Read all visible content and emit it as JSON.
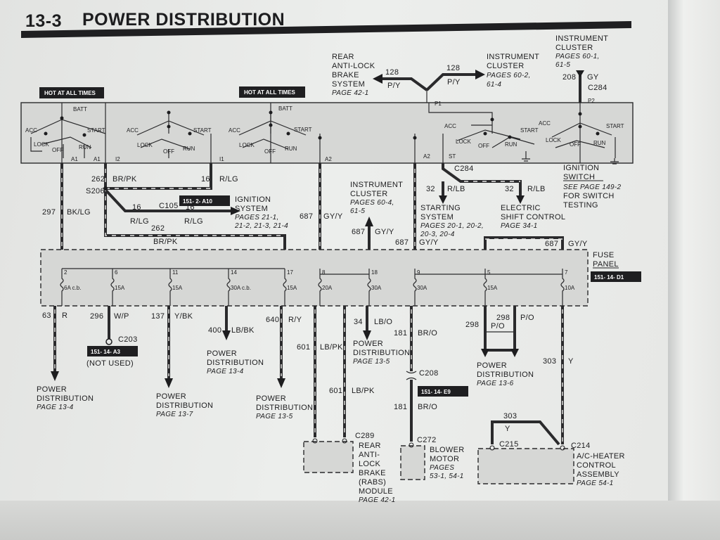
{
  "page": {
    "number": "13-3",
    "title": "POWER DISTRIBUTION"
  },
  "hot_labels": [
    "HOT AT ALL TIMES",
    "HOT AT ALL TIMES"
  ],
  "switch": {
    "batt": "BATT",
    "acc": "ACC",
    "start": "START",
    "lock": "LOCK",
    "off": "OFF",
    "run": "RUN",
    "terminals": {
      "a1": "A1",
      "i2": "I2",
      "i1": "I1",
      "a2": "A2",
      "st": "ST",
      "p1": "P1",
      "p2": "P2"
    },
    "title": [
      "IGNITION",
      "SWITCH"
    ],
    "ref": [
      "SEE PAGE 149-2",
      "FOR SWITCH",
      "TESTING"
    ]
  },
  "top": {
    "rabs": {
      "name": [
        "REAR",
        "ANTI-LOCK",
        "BRAKE",
        "SYSTEM"
      ],
      "page": "PAGE 42-1"
    },
    "ic1": {
      "name": [
        "INSTRUMENT",
        "CLUSTER"
      ],
      "page": [
        "PAGES 60-2,",
        "61-4"
      ]
    },
    "ic2": {
      "name": [
        "INSTRUMENT",
        "CLUSTER"
      ],
      "page": [
        "PAGES 60-1,",
        "61-5"
      ]
    },
    "w128a": "128",
    "c128a": "P/Y",
    "w128b": "128",
    "c128b": "P/Y",
    "w208": "208",
    "c208": "GY",
    "conn": "C284"
  },
  "mid": {
    "w262": "262",
    "c262": "BR/PK",
    "s206": "S206",
    "w16a": "16",
    "c16a": "R/LG",
    "w297": "297",
    "c297": "BK/LG",
    "c105": "C105",
    "w16b": "16",
    "w16c": "16",
    "c16b": "R/LG",
    "c16c": "R/LG",
    "w262b": "262",
    "c262b": "BR/PK",
    "ign": {
      "name": [
        "IGNITION",
        "SYSTEM"
      ],
      "page": [
        "PAGES 21-1,",
        "21-2, 21-3, 21-4"
      ]
    },
    "badge_a10": "151-  2-  A10",
    "w687a": "687",
    "c687a": "GY/Y",
    "ic3": {
      "name": [
        "INSTRUMENT",
        "CLUSTER"
      ],
      "page": [
        "PAGES 60-4,",
        "61-5"
      ]
    },
    "w687b": "687",
    "c687b": "GY/Y",
    "w687c": "687",
    "c687c": "GY/Y",
    "c284": "C284",
    "w32a": "32",
    "c32a": "R/LB",
    "w32b": "32",
    "c32b": "R/LB",
    "start": {
      "name": [
        "STARTING",
        "SYSTEM"
      ],
      "page": [
        "PAGES 20-1, 20-2,",
        "20-3, 20-4"
      ]
    },
    "shift": {
      "name": [
        "ELECTRIC",
        "SHIFT CONTROL"
      ],
      "page": "PAGE 34-1"
    },
    "w687d": "687",
    "c687d": "GY/Y"
  },
  "fuse_panel": {
    "title": [
      "FUSE",
      "PANEL"
    ],
    "badge": "151-  14-  D1",
    "fuses": [
      {
        "num": "2",
        "amp": "6A c.b."
      },
      {
        "num": "6",
        "amp": "15A"
      },
      {
        "num": "11",
        "amp": "15A"
      },
      {
        "num": "14",
        "amp": "30A c.b."
      },
      {
        "num": "17",
        "amp": "15A"
      },
      {
        "num": "8",
        "amp": "20A"
      },
      {
        "num": "18",
        "amp": "30A"
      },
      {
        "num": "9",
        "amp": "30A"
      },
      {
        "num": "5",
        "amp": "15A"
      },
      {
        "num": "7",
        "amp": "10A"
      }
    ]
  },
  "bottom": {
    "w63": "63",
    "c63": "R",
    "w296": "296",
    "c296": "W/P",
    "w137": "137",
    "c137": "Y/BK",
    "w400": "400",
    "c400": "LB/BK",
    "w640": "640",
    "c640": "R/Y",
    "w34": "34",
    "c34": "LB/O",
    "w181a": "181",
    "c181a": "BR/O",
    "w298a": "298",
    "c298a": "P/O",
    "w298b": "298",
    "c298b": "P/O",
    "w601a": "601",
    "c601a": "LB/PK",
    "w601b": "601",
    "c601b": "LB/PK",
    "c203": "C203",
    "badge_a3": "151-  14-  A3",
    "not_used": "(NOT USED)",
    "pd1": {
      "name": [
        "POWER",
        "DISTRIBUTION"
      ],
      "page": "PAGE 13-4"
    },
    "pd2": {
      "name": [
        "POWER",
        "DISTRIBUTION"
      ],
      "page": "PAGE 13-4"
    },
    "pd3": {
      "name": [
        "POWER",
        "DISTRIBUTION"
      ],
      "page": "PAGE 13-7"
    },
    "pd4": {
      "name": [
        "POWER",
        "DISTRIBUTION"
      ],
      "page": "PAGE 13-5"
    },
    "pd5": {
      "name": [
        "POWER",
        "DISTRIBUTION"
      ],
      "page": "PAGE 13-5"
    },
    "pd6": {
      "name": [
        "POWER",
        "DISTRIBUTION"
      ],
      "page": "PAGE 13-6"
    },
    "c208": "C208",
    "badge_e9": "151-  14-  E9",
    "w181b": "181",
    "c181b": "BR/O",
    "w303a": "303",
    "c303a": "Y",
    "w303b": "303",
    "c303b": "Y",
    "c289": "C289",
    "c272": "C272",
    "c215": "C215",
    "c214": "C214",
    "rabs_mod": [
      "REAR",
      "ANTI-",
      "LOCK",
      "BRAKE",
      "(RABS)",
      "MODULE"
    ],
    "rabs_page": "PAGE 42-1",
    "blower": [
      "BLOWER",
      "MOTOR"
    ],
    "blower_page": [
      "PAGES",
      "53-1, 54-1"
    ],
    "ac": [
      "A/C-HEATER",
      "CONTROL",
      "ASSEMBLY"
    ],
    "ac_page": "PAGE 54-1"
  }
}
